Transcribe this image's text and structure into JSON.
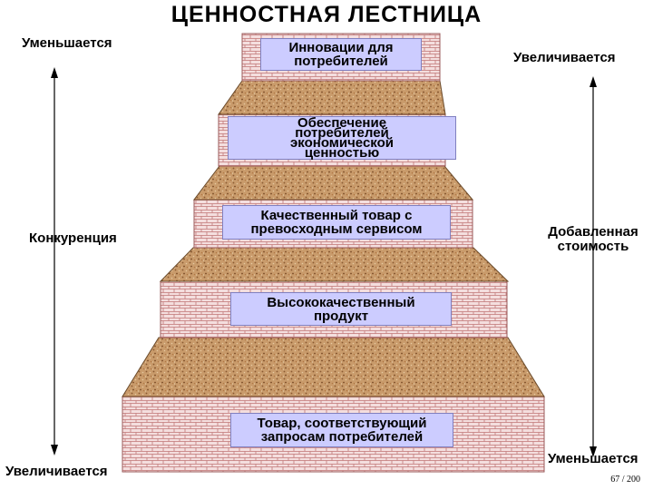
{
  "title": "ЦЕННОСТНАЯ ЛЕСТНИЦА",
  "left": {
    "top": "Уменьшается",
    "middle": "Конкуренция",
    "bottom": "Увеличивается"
  },
  "right": {
    "top": "Увеличивается",
    "middle_line1": "Добавленная",
    "middle_line2": "стоимость",
    "bottom": "Уменьшается"
  },
  "steps": [
    {
      "line1": "Инновации для",
      "line2": "потребителей"
    },
    {
      "line1": "Обеспечение",
      "line2": "потребителей",
      "line3": "экономической",
      "line4": "ценностью"
    },
    {
      "line1": "Качественный товар с",
      "line2": "превосходным сервисом"
    },
    {
      "line1": "Высококачественный",
      "line2": "продукт"
    },
    {
      "line1": "Товар, соответствующий",
      "line2": "запросам потребителей"
    }
  ],
  "page": "67 / 200",
  "colors": {
    "brick": "#f2dada",
    "mortar": "#c07a7a",
    "cork": "#c89a6a",
    "label": "#ccccff"
  }
}
